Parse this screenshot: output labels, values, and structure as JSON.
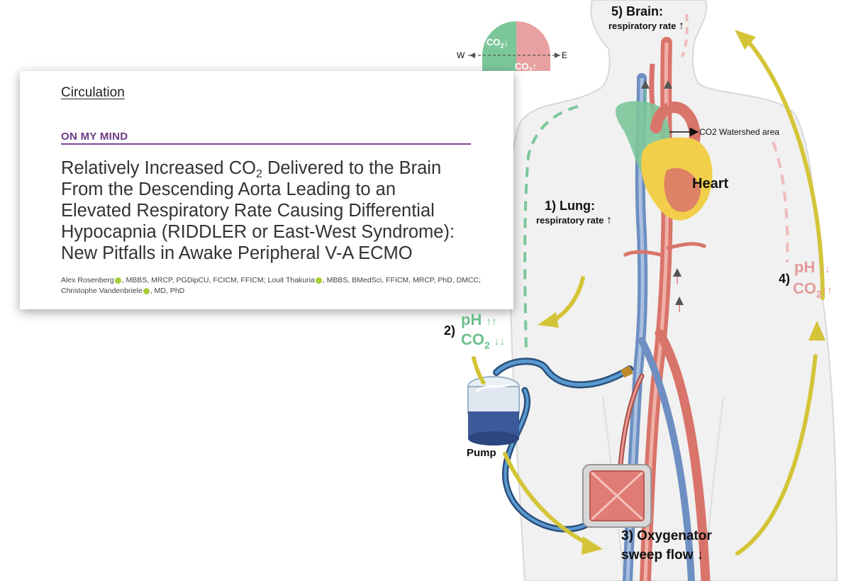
{
  "article": {
    "journal": "Circulation",
    "section": "ON MY MIND",
    "title_line1_pre": "Relatively Increased CO",
    "title_sub": "2",
    "title_line1_post": " Delivered to the Brain",
    "title_line2": "From the Descending Aorta Leading to an",
    "title_line3": "Elevated Respiratory Rate Causing Differential",
    "title_line4": "Hypocapnia (RIDDLER or East-West Syndrome):",
    "title_line5": "New Pitfalls in Awake Peripheral V-A ECMO",
    "author1": "Alex Rosenberg",
    "author1_creds": ", MBBS, MRCP, PGDipCU, FCICM, FFICM; ",
    "author2": "Louit Thakuria",
    "author2_creds": ", MBBS, BMedSci, FFICM, MRCP, PhD, DMCC;",
    "author3": "Christophe Vandenbriele",
    "author3_creds": ", MD, PhD"
  },
  "compass": {
    "west": "W",
    "east": "E",
    "west_gas": "CO",
    "east_gas": "CO"
  },
  "labels": {
    "brain_title": "5) Brain:",
    "brain_sub": "respiratory rate",
    "watershed": "CO2 Watershed area",
    "heart": "Heart",
    "lung_title": "1) Lung:",
    "lung_sub": "respiratory rate",
    "step2_num": "2)",
    "step2_ph": "pH",
    "step2_co2": "CO",
    "step4_num": "4)",
    "step4_ph": "pH",
    "step4_co2": "CO",
    "pump": "Pump",
    "oxy_line1": "3) Oxygenator",
    "oxy_line2": "sweep flow",
    "co2_sub": "2"
  },
  "colors": {
    "green": "#7cc79a",
    "pink": "#e8a0a0",
    "arrow_yellow": "#d4c438",
    "vein_blue": "#5a82b8",
    "artery_red": "#d9746a",
    "heart_yellow": "#f2cf4a"
  }
}
